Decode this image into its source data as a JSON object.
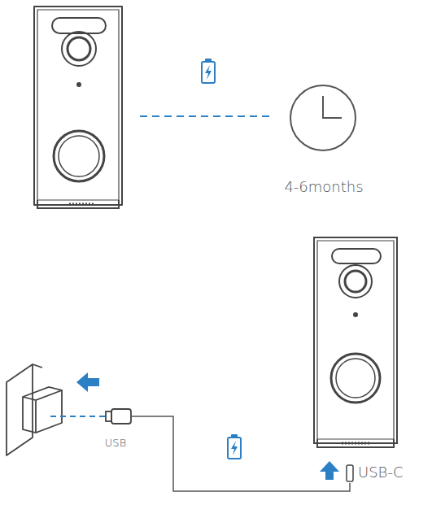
{
  "diagram": {
    "labels": [
      "4-6months",
      "USB",
      "USB-C"
    ]
  }
}
